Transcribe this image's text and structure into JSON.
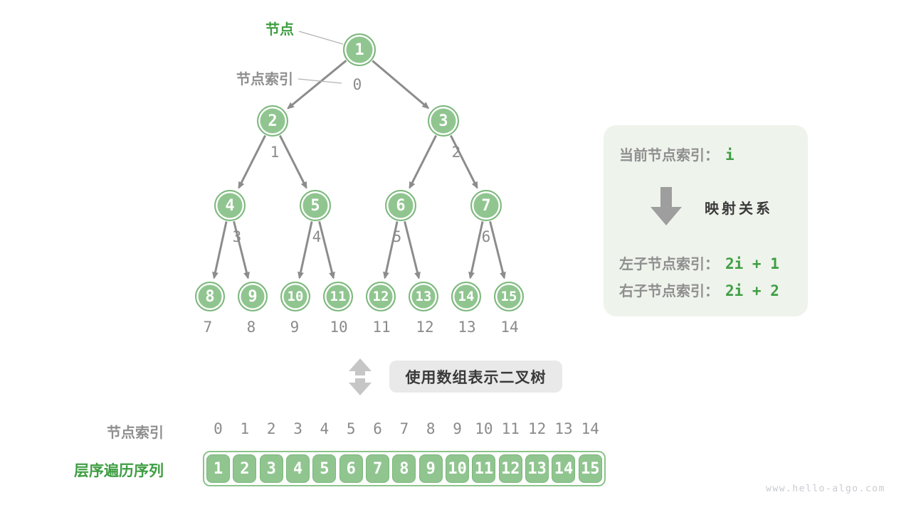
{
  "figure": {
    "watermark": "www.hello-algo.com",
    "colors": {
      "node_fill": "#90c590",
      "node_border": "#7cb87c",
      "code_green": "#3f9e43",
      "label_gray": "#8f8f8f",
      "index_gray": "#8a8a8a",
      "dark_text": "#3b3b3b",
      "edge_gray": "#8c8c8c",
      "panel_bg": "#eef3ec",
      "bridge_box_bg": "#e9e9e9",
      "updown_arrow": "#c6c6c6",
      "panel_arrow": "#9e9e9e",
      "array_border": "#8cc48c"
    },
    "tree": {
      "node_callout": "节点",
      "index_callout": "节点索引",
      "nodes": [
        "1",
        "2",
        "3",
        "4",
        "5",
        "6",
        "7",
        "8",
        "9",
        "10",
        "11",
        "12",
        "13",
        "14",
        "15"
      ],
      "index_labels": [
        "0",
        "1",
        "2",
        "3",
        "4",
        "5",
        "6",
        "7",
        "8",
        "9",
        "10",
        "11",
        "12",
        "13",
        "14"
      ]
    },
    "mapping_panel": {
      "current_label": "当前节点索引：",
      "current_code": "i",
      "relation_label": "映射关系",
      "left_child_label": "左子节点索引：",
      "left_child_code": "2i + 1",
      "right_child_label": "右子节点索引：",
      "right_child_code": "2i + 2"
    },
    "bridge_label": "使用数组表示二叉树",
    "array_section": {
      "index_row_label": "节点索引",
      "sequence_row_label": "层序遍历序列",
      "indices": [
        "0",
        "1",
        "2",
        "3",
        "4",
        "5",
        "6",
        "7",
        "8",
        "9",
        "10",
        "11",
        "12",
        "13",
        "14"
      ],
      "values": [
        "1",
        "2",
        "3",
        "4",
        "5",
        "6",
        "7",
        "8",
        "9",
        "10",
        "11",
        "12",
        "13",
        "14",
        "15"
      ]
    }
  }
}
